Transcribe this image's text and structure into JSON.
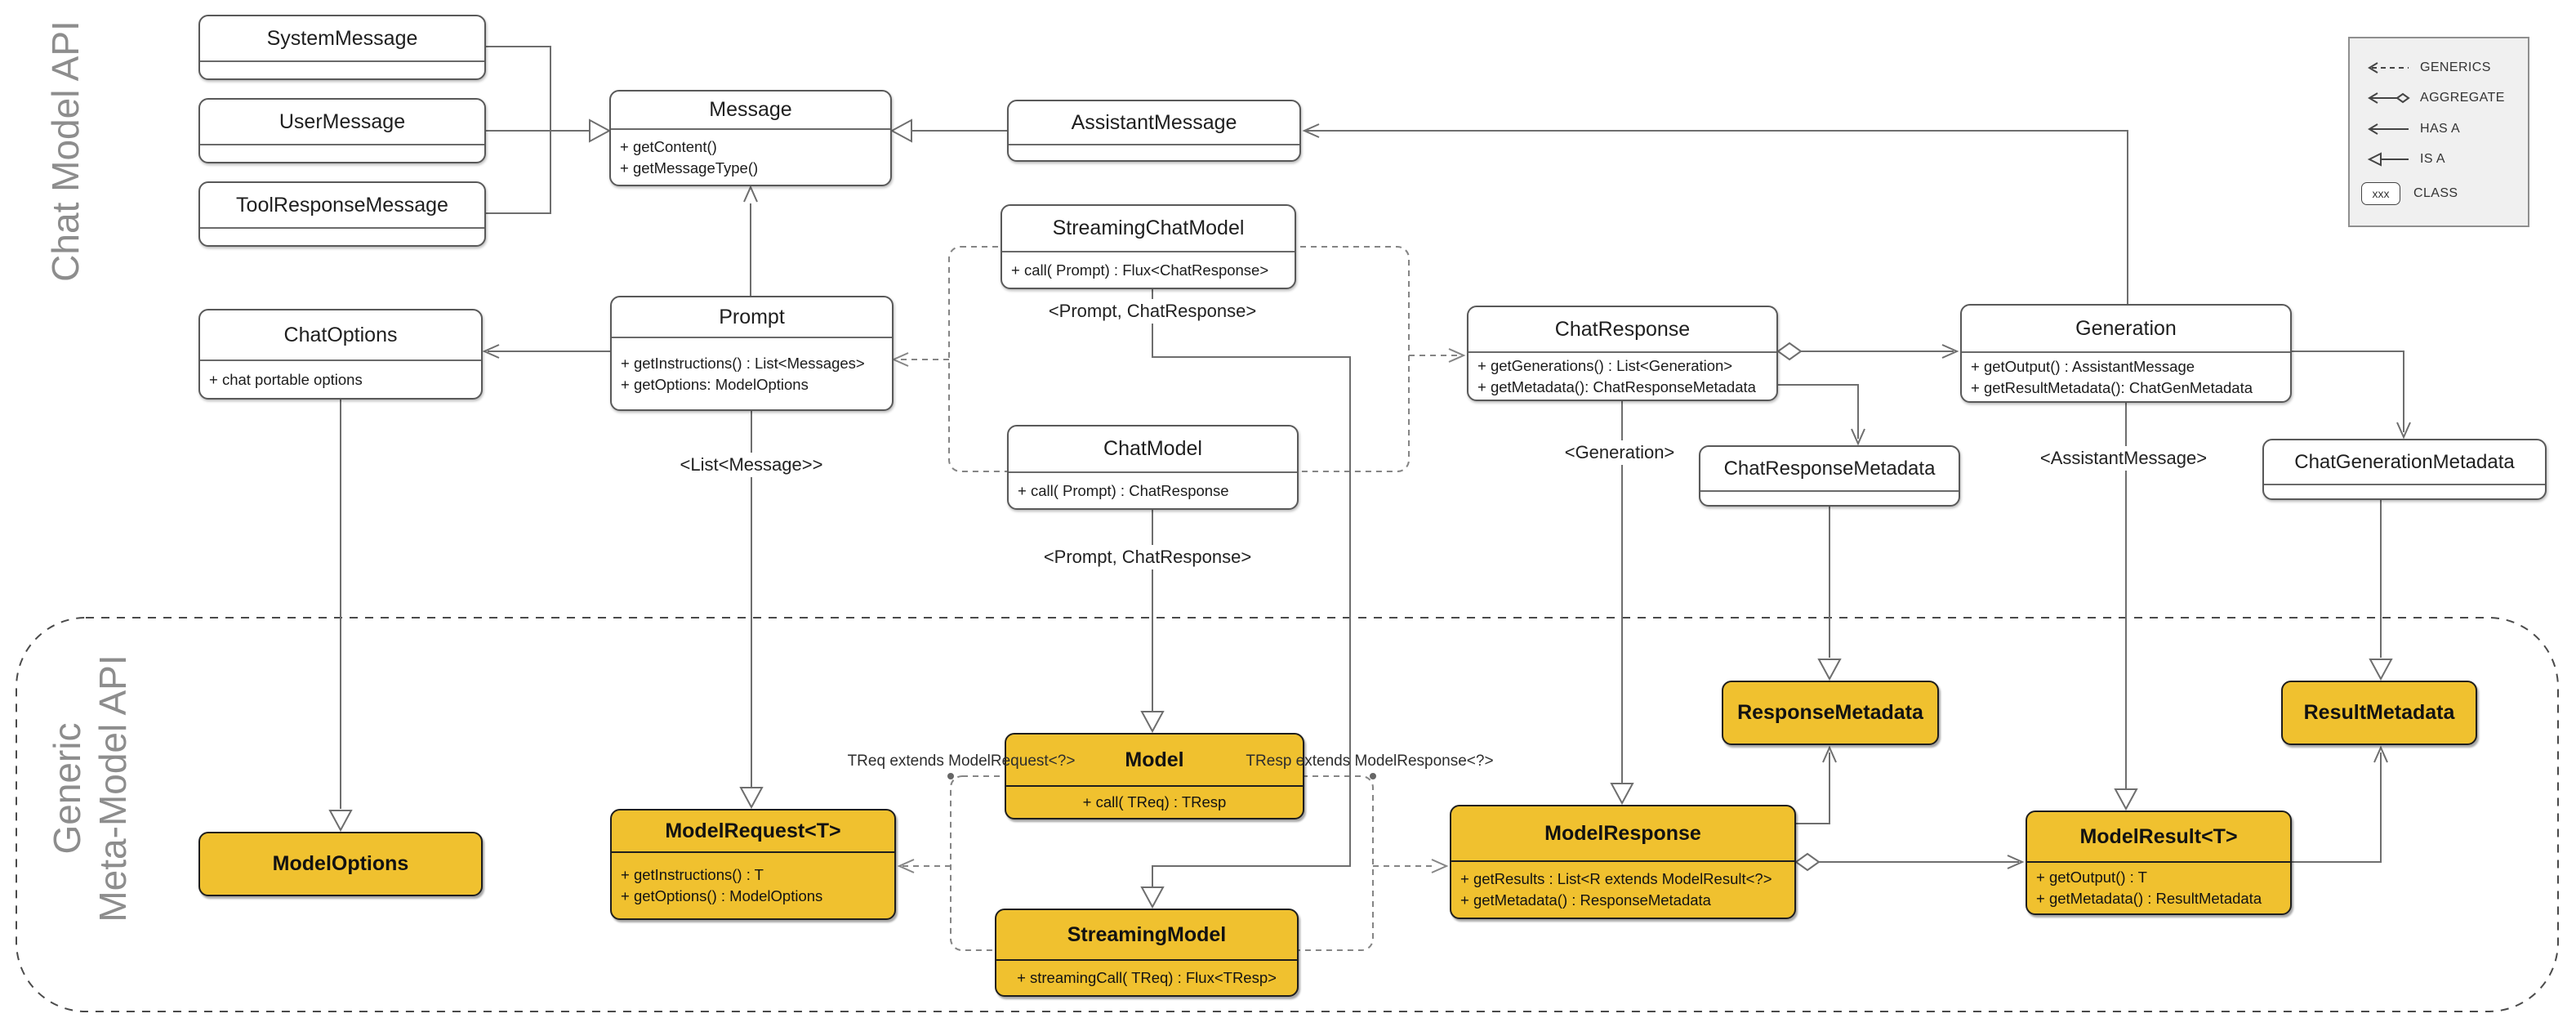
{
  "regions": {
    "chat_api_label": "Chat Model API",
    "generic_api_label_line1": "Generic",
    "generic_api_label_line2": "Meta-Model API"
  },
  "legend": {
    "generics": "GENERICS",
    "aggregate": "AGGREGATE",
    "has_a": "HAS A",
    "is_a": "IS A",
    "class_label": "CLASS",
    "class_sample": "xxx"
  },
  "classes": {
    "system_message": {
      "title": "SystemMessage"
    },
    "user_message": {
      "title": "UserMessage"
    },
    "tool_response_message": {
      "title": "ToolResponseMessage"
    },
    "message": {
      "title": "Message",
      "members": [
        "+ getContent()",
        "+ getMessageType()"
      ]
    },
    "assistant_message": {
      "title": "AssistantMessage"
    },
    "streaming_chat_model": {
      "title": "StreamingChatModel",
      "members": [
        "+ call( Prompt) : Flux<ChatResponse>"
      ]
    },
    "chat_options": {
      "title": "ChatOptions",
      "members": [
        "+ chat portable options"
      ]
    },
    "prompt": {
      "title": "Prompt",
      "members": [
        "+ getInstructions() : List<Messages>",
        "+ getOptions: ModelOptions"
      ]
    },
    "chat_model": {
      "title": "ChatModel",
      "members": [
        "+ call( Prompt) : ChatResponse"
      ]
    },
    "chat_response": {
      "title": "ChatResponse",
      "members": [
        "+ getGenerations() : List<Generation>",
        "+ getMetadata(): ChatResponseMetadata"
      ]
    },
    "generation": {
      "title": "Generation",
      "members": [
        "+ getOutput() : AssistantMessage",
        "+ getResultMetadata(): ChatGenMetadata"
      ]
    },
    "chat_response_metadata": {
      "title": "ChatResponseMetadata"
    },
    "chat_generation_metadata": {
      "title": "ChatGenerationMetadata"
    },
    "model_options": {
      "title": "ModelOptions"
    },
    "model_request": {
      "title": "ModelRequest<T>",
      "members": [
        "+ getInstructions() : T",
        "+ getOptions() : ModelOptions"
      ]
    },
    "model": {
      "title": "Model",
      "members": [
        "+ call( TReq) : TResp"
      ]
    },
    "streaming_model": {
      "title": "StreamingModel",
      "members": [
        "+ streamingCall( TReq) : Flux<TResp>"
      ]
    },
    "model_response": {
      "title": "ModelResponse",
      "members": [
        "+ getResults : List<R extends ModelResult<?>",
        "+ getMetadata() : ResponseMetadata"
      ]
    },
    "model_result": {
      "title": "ModelResult<T>",
      "members": [
        "+ getOutput() : T",
        "+ getMetadata() : ResultMetadata"
      ]
    },
    "response_metadata": {
      "title": "ResponseMetadata"
    },
    "result_metadata": {
      "title": "ResultMetadata"
    }
  },
  "edge_labels": {
    "streaming_generics": "<Prompt, ChatResponse>",
    "chat_generics": "<Prompt, ChatResponse>",
    "list_message": "<List<Message>>",
    "generation": "<Generation>",
    "assistant_message": "<AssistantMessage>",
    "treq": "TReq extends ModelRequest<?>",
    "tresp": "TResp extends ModelResponse<?>"
  },
  "colors": {
    "class_fill": "#F0C12F",
    "line": "#6e6e6e",
    "section_label": "#8d8d8d",
    "legend_bg": "#f0f0f0"
  }
}
